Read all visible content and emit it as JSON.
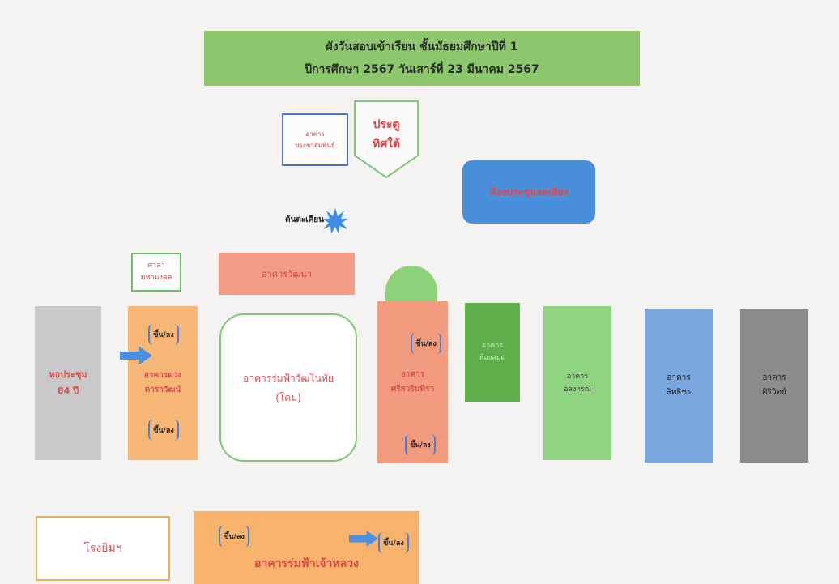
{
  "title": {
    "line1": "ผังวันสอบเข้าเรียน ชั้นมัธยมศึกษาปีที่ 1",
    "line2": "ปีการศึกษา 2567 วันเสาร์ที่ 23 มีนาคม 2567"
  },
  "buildings": {
    "pr": {
      "line1": "อาคาร",
      "line2": "ประชาสัมพันธ์"
    },
    "gate": {
      "line1": "ประตู",
      "line2": "ทิศใต้"
    },
    "meeting_room": "ห้องประชุมลดเสียง",
    "tree": "ต้นตะเคียน",
    "sala": {
      "line1": "ศาลา",
      "line2": "มหามงคล"
    },
    "wattana": "อาคารวัฒนา",
    "hall84": {
      "line1": "หอประชุม",
      "line2": "84 ปี"
    },
    "duang": {
      "line1": "อาคารดวง",
      "line2": "ดาราวัฒน์"
    },
    "dome": {
      "line1": "อาคารร่มฟ้าวัฒโนทัย",
      "line2": "(โดม)"
    },
    "sri": {
      "line1": "อาคาร",
      "line2": "ศรีสวรินทิรา"
    },
    "library": {
      "line1": "อาคาร",
      "line2": "ห้องสมุด"
    },
    "long": {
      "line1": "อาคาร",
      "line2": "อลงกรณ์"
    },
    "sitthi": {
      "line1": "อาคาร",
      "line2": "สิทธิชร"
    },
    "siwit": {
      "line1": "อาคาร",
      "line2": "ศิริวิทย์"
    },
    "gym": "โรงยิมฯ",
    "chaoluang": "อาคารร่มฟ้าเจ้าหลวง"
  },
  "stair_label": "ขึ้น/ลง",
  "colors": {
    "arrow": "#4a90e2",
    "stair_border": "#4a7fd1"
  }
}
